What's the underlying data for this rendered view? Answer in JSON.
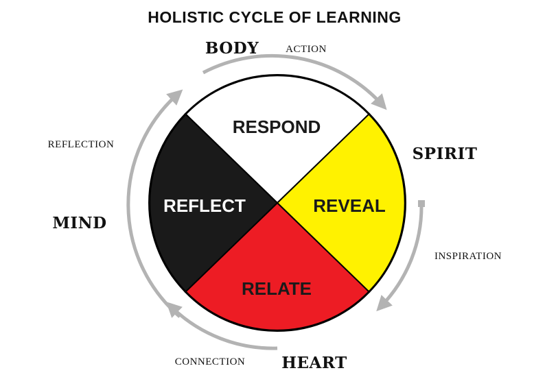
{
  "title": "HOLISTIC CYCLE OF LEARNING",
  "quadrants": {
    "respond": {
      "label": "RESPOND",
      "fill": "#ffffff",
      "text_color": "#1a1a1a"
    },
    "reveal": {
      "label": "REVEAL",
      "fill": "#fff200",
      "text_color": "#1a1a1a"
    },
    "relate": {
      "label": "RELATE",
      "fill": "#ed1c24",
      "text_color": "#1a1a1a"
    },
    "reflect": {
      "label": "REFLECT",
      "fill": "#1a1a1a",
      "text_color": "#ffffff"
    }
  },
  "directions": {
    "body": "BODY",
    "spirit": "SPIRIT",
    "heart": "HEART",
    "mind": "MIND"
  },
  "cycle_labels": {
    "action": "ACTION",
    "inspiration": "INSPIRATION",
    "connection": "CONNECTION",
    "reflection": "REFLECTION"
  },
  "colors": {
    "outline": "#000000",
    "arrow": "#b3b3b3",
    "text": "#111111"
  }
}
